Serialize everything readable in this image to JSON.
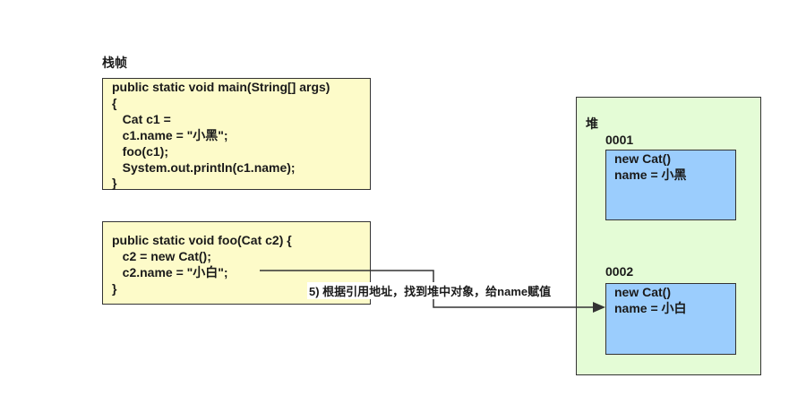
{
  "stack": {
    "title": "栈帧",
    "main_frame": {
      "lines": [
        "public static void main(String[] args)",
        "{",
        "   Cat c1 = ",
        "   c1.name = \"小黑\";",
        "   foo(c1);",
        "   System.out.println(c1.name);",
        "}"
      ]
    },
    "foo_frame": {
      "lines": [
        "public static void foo(Cat c2) {",
        "   c2 = new Cat();",
        "   c2.name = \"小白\";",
        "}"
      ]
    }
  },
  "heap": {
    "title": "堆",
    "objects": [
      {
        "address": "0001",
        "line1": "new Cat()",
        "line2": "name = 小黑"
      },
      {
        "address": "0002",
        "line1": "new Cat()",
        "line2": "name = 小白"
      }
    ]
  },
  "annotation": "5) 根据引用地址，找到堆中对象，给name赋值",
  "colors": {
    "frame_fill": "#fdfbc9",
    "heap_fill": "#e4fcd6",
    "object_fill": "#9bcdfd",
    "stroke": "#333333"
  }
}
